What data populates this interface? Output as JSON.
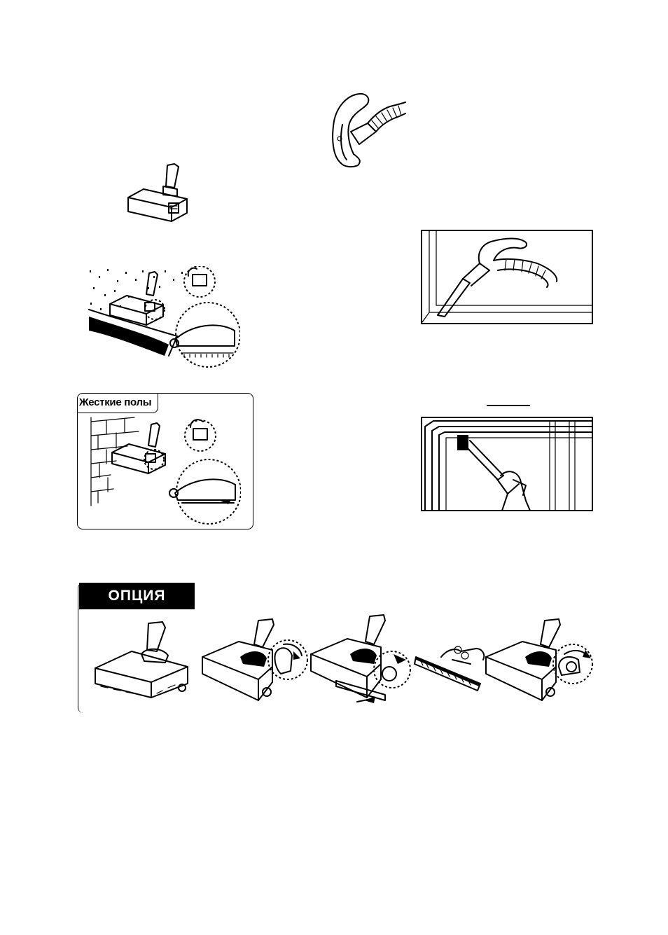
{
  "hard_floor": {
    "label": "Жесткие полы"
  },
  "option": {
    "label": "ОПЦИЯ"
  },
  "icons": [
    "vacuum-handle-hose",
    "floor-nozzle",
    "carpet-mode-nozzle",
    "hard-floor-mode-nozzle",
    "crevice-tool-corner",
    "dusting-brush-window",
    "turbo-brush"
  ]
}
